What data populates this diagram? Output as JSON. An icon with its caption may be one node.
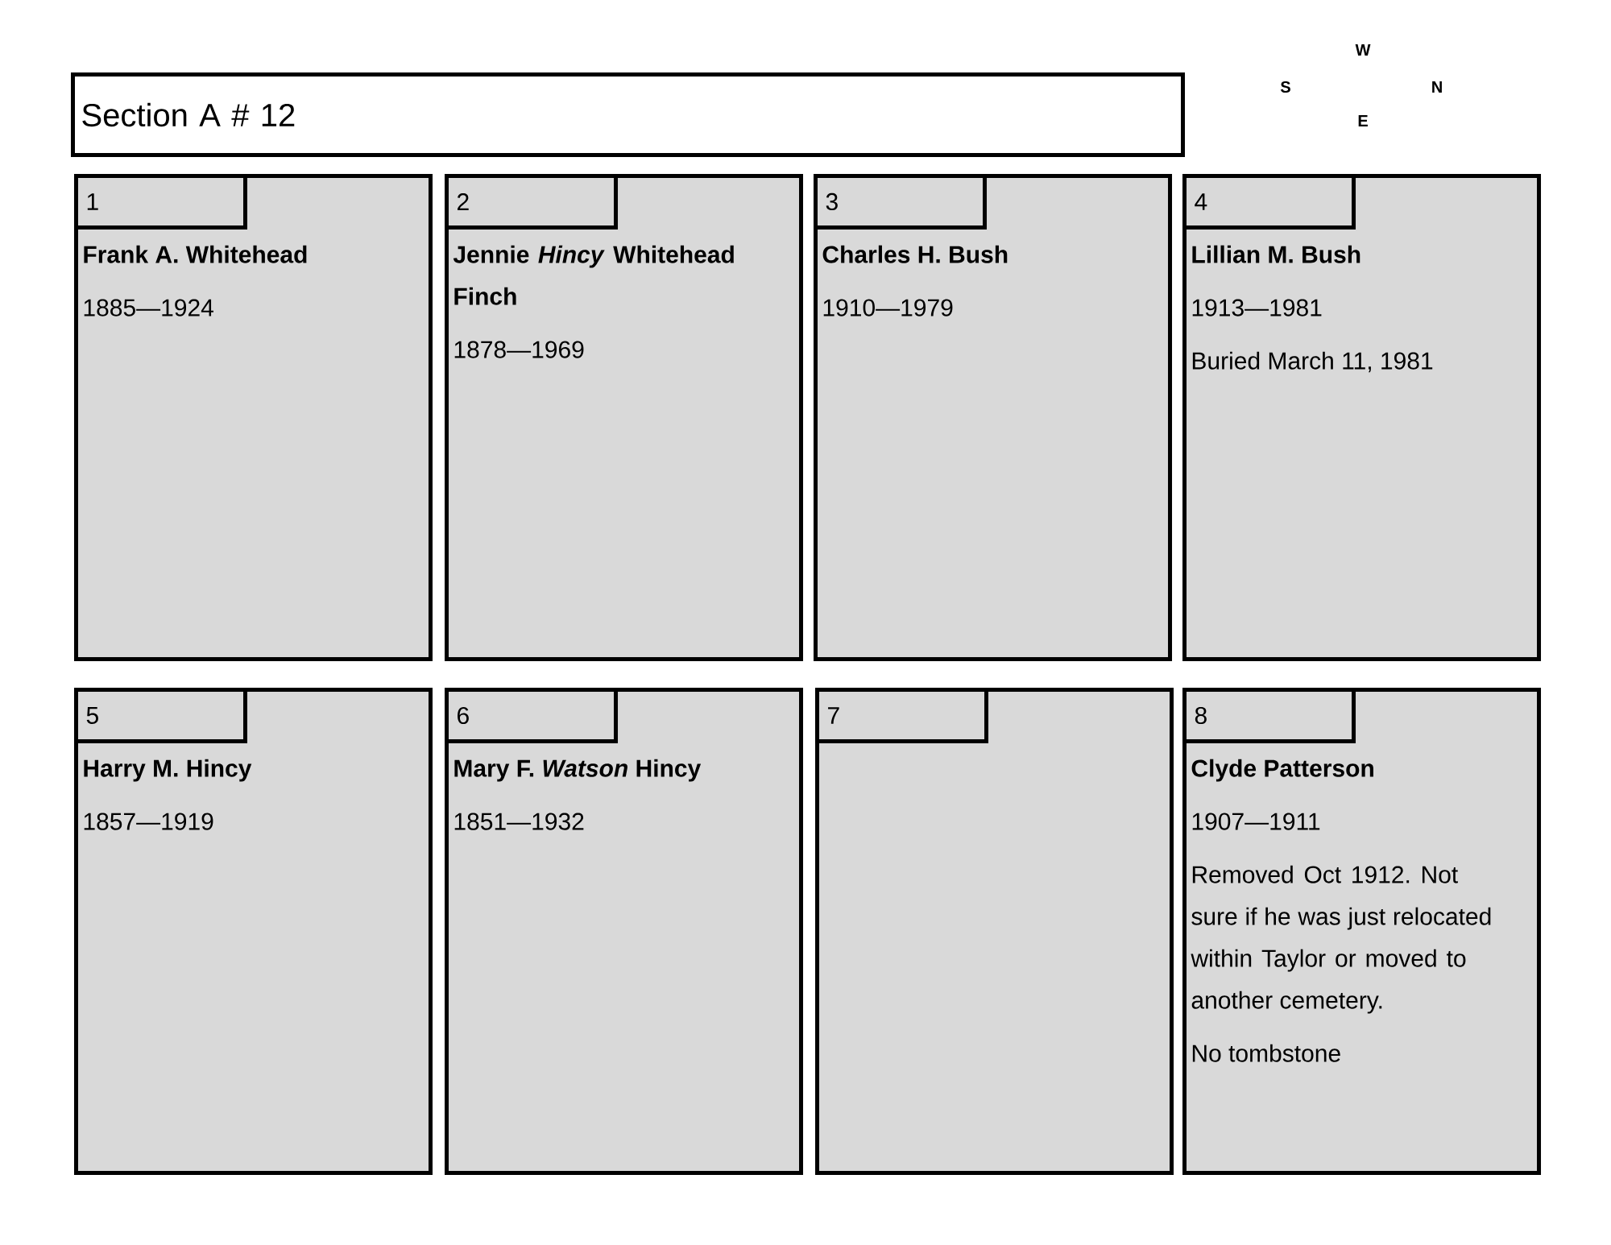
{
  "diagram": {
    "nodes": [
      {
        "text": [
          "Section A # 12"
        ]
      },
      {
        "text": [
          "Frank A. Whitehead",
          "1885—1924"
        ]
      },
      {
        "text": [
          "1"
        ],
        "in": 1
      },
      {
        "text": [
          "Jennie *Hincy* Whitehead Finch",
          "1878—1969"
        ]
      },
      {
        "text": [
          "2"
        ],
        "in": 3
      },
      {
        "text": [
          "Charles H. Bush",
          "1910—1979"
        ]
      },
      {
        "text": [
          "3"
        ],
        "in": 5
      },
      {
        "text": [
          "Lillian M. Bush",
          "1913—1981",
          "Buried March 11, 1981"
        ]
      },
      {
        "text": [
          "4"
        ],
        "in": 7
      },
      {
        "text": [
          "Harry M. Hincy",
          "1857—1919"
        ]
      },
      {
        "text": [
          "5"
        ],
        "in": 9
      },
      {
        "text": [
          "Mary F. *Watson* Hincy",
          "1851—1932"
        ]
      },
      {
        "text": [
          "6"
        ],
        "in": 11
      },
      {
        "text": [],
        "shape": "box"
      },
      {
        "text": [
          "7"
        ],
        "in": 13
      },
      {
        "text": [
          "Clyde Patterson",
          "1907—1911",
          "Removed Oct 1912.  Not sure if he was just relocated within Taylor or moved to another cemetery.",
          "No tombstone"
        ]
      },
      {
        "text": [
          "8"
        ],
        "in": 15
      }
    ],
    "labels": [
      "W",
      "S",
      "N",
      "E"
    ]
  }
}
